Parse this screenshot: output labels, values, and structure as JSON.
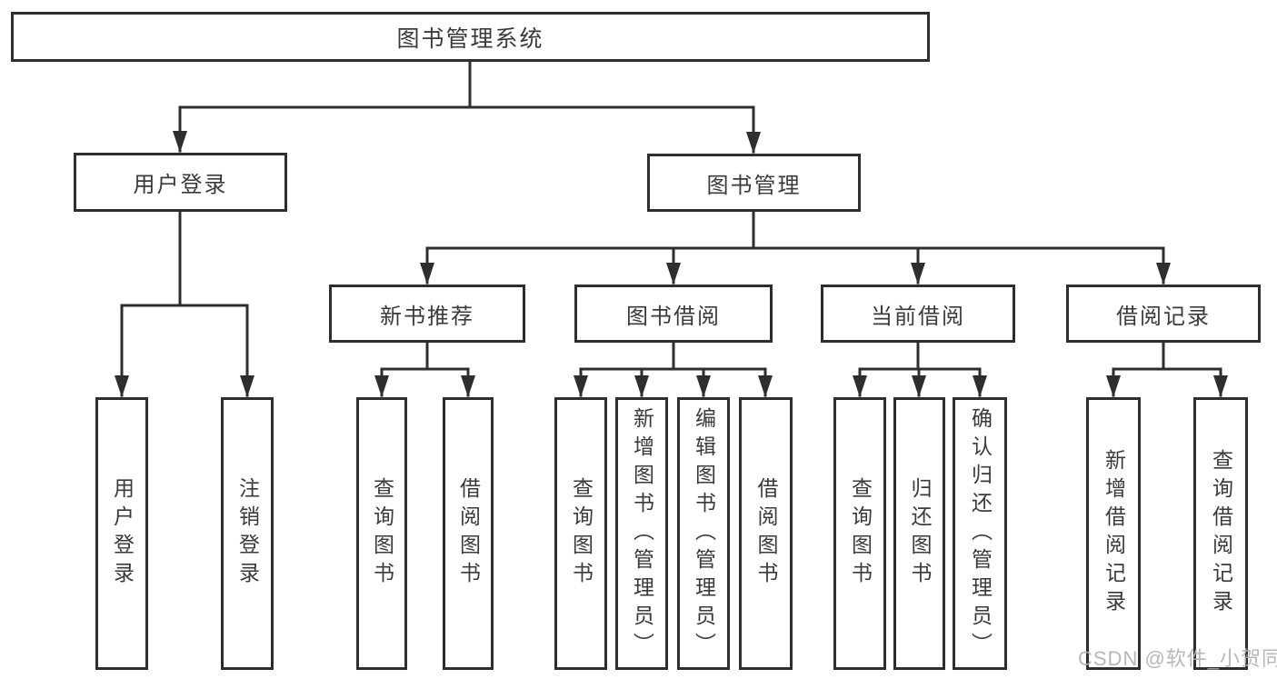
{
  "nodes": {
    "root": {
      "label": "图书管理系统"
    },
    "level2": [
      {
        "label": "用户登录"
      },
      {
        "label": "图书管理"
      }
    ],
    "level3": [
      {
        "label": "新书推荐"
      },
      {
        "label": "图书借阅"
      },
      {
        "label": "当前借阅"
      },
      {
        "label": "借阅记录"
      }
    ],
    "leaves": [
      {
        "label": "用户登录"
      },
      {
        "label": "注销登录"
      },
      {
        "label": "查询图书"
      },
      {
        "label": "借阅图书"
      },
      {
        "label": "查询图书"
      },
      {
        "label": "新增图书（管理员）"
      },
      {
        "label": "编辑图书（管理员）"
      },
      {
        "label": "借阅图书"
      },
      {
        "label": "查询图书"
      },
      {
        "label": "归还图书"
      },
      {
        "label": "确认归还（管理员）"
      },
      {
        "label": "新增借阅记录"
      },
      {
        "label": "查询借阅记录"
      }
    ]
  },
  "watermark": {
    "text": "CSDN @软件_小贺同学"
  },
  "colors": {
    "line": "#2e2e2e",
    "border": "#2e2e2e",
    "text": "#3a3a3a",
    "watermark": "#b0b0b0",
    "background": "#ffffff"
  }
}
